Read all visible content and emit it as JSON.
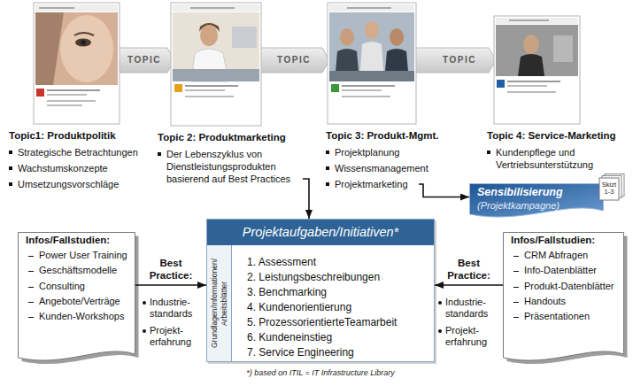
{
  "diagram": {
    "nodes": [
      {
        "text": [
          "Topic1: Produktpolitik",
          "Strategische Betrachtungen",
          "Wachstumskonzepte",
          "Umsetzungsvorschläge"
        ]
      },
      {
        "text": [
          "Topic 2: Produktmarketing",
          "Der Lebenszyklus von Dienstleistungsprodukten basierend auf Best Practices"
        ]
      },
      {
        "text": [
          "Topic 3: Produkt-Mgmt.",
          "Projektplanung",
          "Wissensmanagement",
          "Projektmarketing"
        ]
      },
      {
        "text": [
          "Topic 4: Service-Marketing",
          "Kundenpflege und Vertriebsunterstützung"
        ]
      },
      {
        "text": [
          "Sensibilisierung",
          "(Projektkampagne)"
        ]
      },
      {
        "text": [
          "Skizt 1-3"
        ]
      },
      {
        "text": [
          "Infos/Fallstudien:",
          "Power User Training",
          "Geschäftsmodelle",
          "Consulting",
          "Angebote/Verträge",
          "Kunden-Workshops"
        ]
      },
      {
        "text": [
          "Projektaufgaben/Initiativen*",
          "Grundlagen/Informationen/ Arbeitsblätter",
          "1. Assessment",
          "2. Leistungsbeschreibungen",
          "3. Benchmarking",
          "4. Kundenorientierung",
          "5. ProzessorientierteTeamarbeit",
          "6. Kundeneinstieg",
          "7. Service Engineering"
        ]
      },
      {
        "text": [
          "Infos/Fallstudien:",
          "CRM Abfragen",
          "Info-Datenblätter",
          "Produkt-Datenblätter",
          "Handouts",
          "Präsentationen"
        ]
      }
    ],
    "edges": [
      {
        "from": 1,
        "to": 7,
        "arrow": "to"
      },
      {
        "from": 2,
        "to": 4,
        "arrow": "to"
      },
      {
        "from": 6,
        "to": 7,
        "label": "Best Practice:",
        "arrow": "to"
      },
      {
        "from": 8,
        "to": 7,
        "label": "Best Practice:",
        "arrow": "to"
      }
    ],
    "labels": [
      "TOPIC",
      "TOPIC",
      "TOPIC",
      "Industrie-standards",
      "Projekt-erfahrung",
      "Industrie-standards",
      "Projekt-erfahrung",
      "*) based on ITIL = IT Infrastructure Library"
    ]
  }
}
